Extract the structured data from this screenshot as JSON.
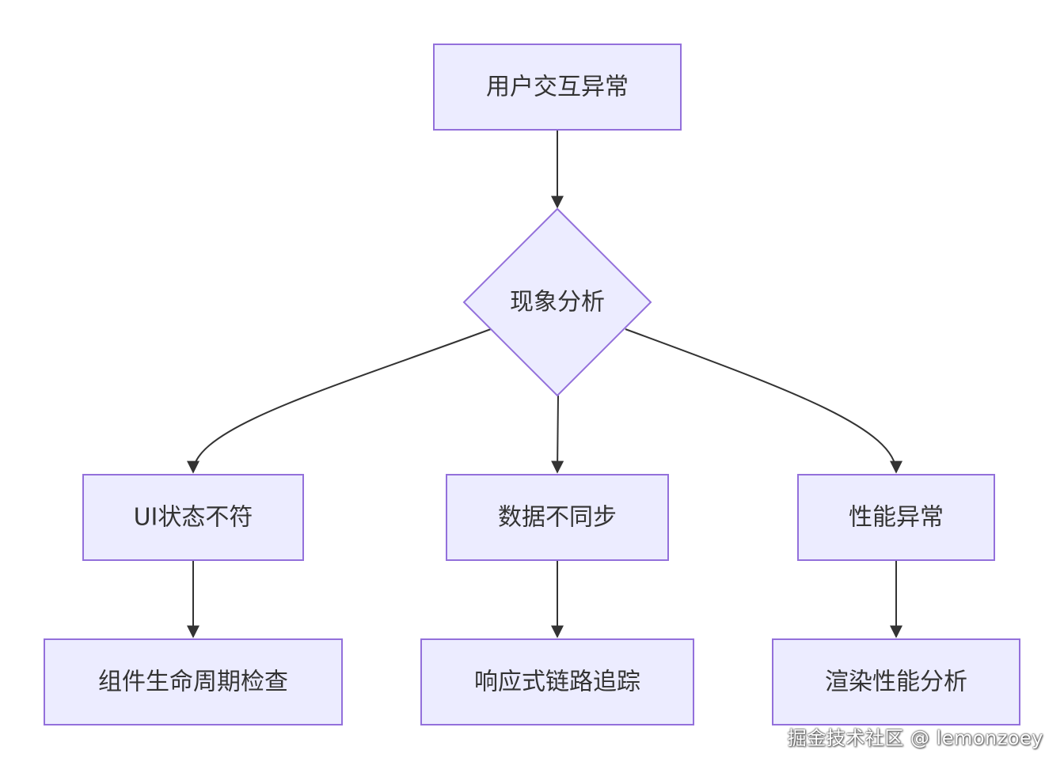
{
  "diagram": {
    "nodes": {
      "start": "用户交互异常",
      "decision": "现象分析",
      "ui_state": "UI状态不符",
      "data_sync": "数据不同步",
      "perf": "性能异常",
      "lifecycle": "组件生命周期检查",
      "reactive": "响应式链路追踪",
      "render": "渲染性能分析"
    },
    "edges": [
      {
        "from": "start",
        "to": "decision"
      },
      {
        "from": "decision",
        "to": "ui_state"
      },
      {
        "from": "decision",
        "to": "data_sync"
      },
      {
        "from": "decision",
        "to": "perf"
      },
      {
        "from": "ui_state",
        "to": "lifecycle"
      },
      {
        "from": "data_sync",
        "to": "reactive"
      },
      {
        "from": "perf",
        "to": "render"
      }
    ]
  },
  "watermark": "掘金技术社区 @ lemonzoey"
}
